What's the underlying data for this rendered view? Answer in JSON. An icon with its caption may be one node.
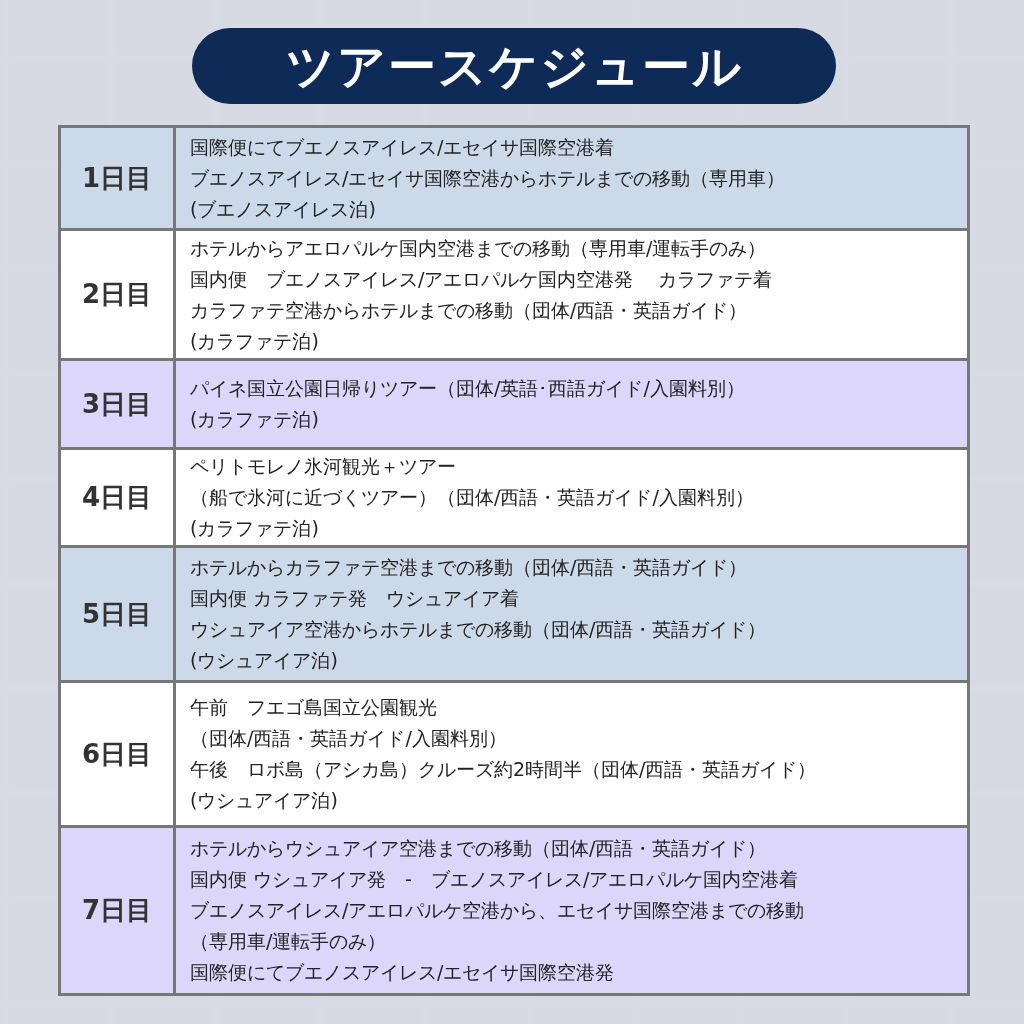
{
  "diagram": {
    "title": "ツアースケジュール",
    "labels": [
      "1日目",
      "国際便にてブエノスアイレス/エセイサ国際空港着",
      "ブエノスアイレス/エセイサ国際空港からホテルまでの移動（専用車）",
      "(ブエノスアイレス泊)",
      "2日目",
      "ホテルからアエロパルケ国内空港までの移動（専用車/運転手のみ）",
      "国内便　ブエノスアイレス/アエロパルケ国内空港発　 カラファテ着",
      "カラファテ空港からホテルまでの移動（団体/西語・英語ガイド）",
      "(カラファテ泊)",
      "3日目",
      "パイネ国立公園日帰りツアー（団体/英語･西語ガイド/入園料別）",
      "(カラファテ泊)",
      "4日目",
      "ペリトモレノ氷河観光＋ツアー",
      "（船で氷河に近づくツアー）（団体/西語・英語ガイド/入園料別）",
      "(カラファテ泊)",
      "5日目",
      "ホテルからカラファテ空港までの移動（団体/西語・英語ガイド）",
      "国内便 カラファテ発　ウシュアイア着",
      "ウシュアイア空港からホテルまでの移動（団体/西語・英語ガイド）",
      "(ウシュアイア泊)",
      "6日目",
      "午前　フエゴ島国立公園観光",
      "（団体/西語・英語ガイド/入園料別）",
      "午後　ロボ島（アシカ島）クルーズ約2時間半（団体/西語・英語ガイド）",
      "(ウシュアイア泊)",
      "7日目",
      "ホテルからウシュアイア空港までの移動（団体/西語・英語ガイド）",
      "国内便 ウシュアイア発　-　ブエノスアイレス/アエロパルケ国内空港着",
      "ブエノスアイレス/アエロパルケ空港から、エセイサ国際空港までの移動",
      "（専用車/運転手のみ）",
      "国際便にてブエノスアイレス/エセイサ国際空港発"
    ]
  }
}
